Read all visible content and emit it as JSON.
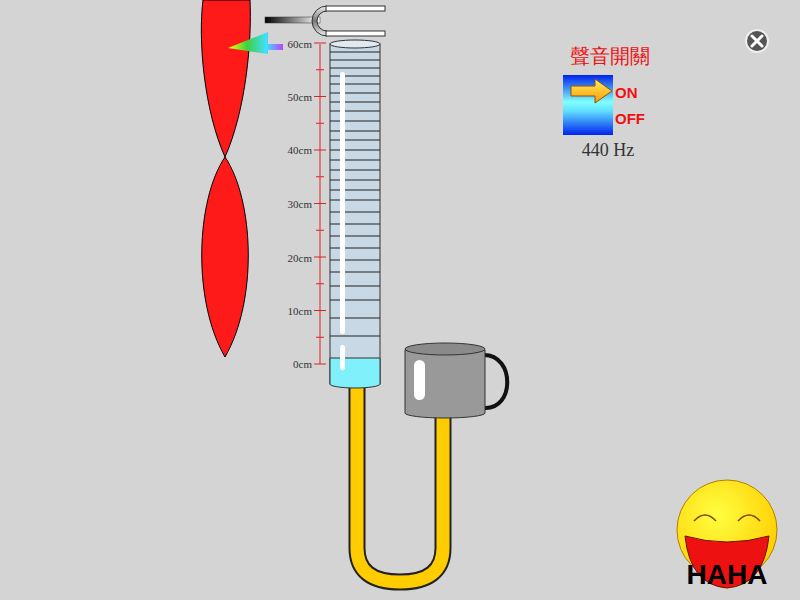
{
  "diagram": {
    "nodes": [
      {
        "text": [
          "聲音開關",
          "ON",
          "OFF"
        ]
      },
      {
        "text": [
          "HAHA"
        ]
      }
    ],
    "labels": [
      "60cm",
      "50cm",
      "40cm",
      "30cm",
      "20cm",
      "10cm",
      "0cm",
      "440 Hz"
    ]
  }
}
